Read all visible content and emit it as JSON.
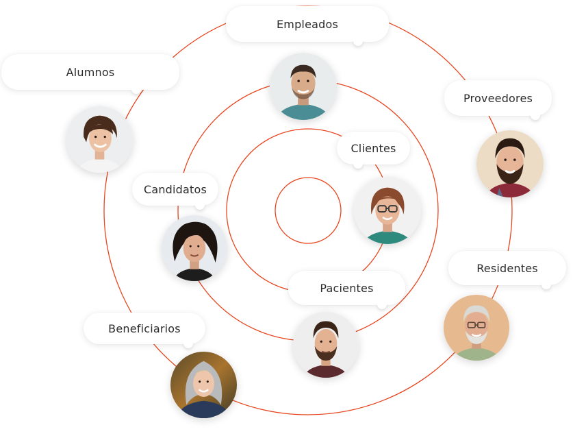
{
  "accent_color": "#e8441d",
  "groups": {
    "empleados": "Empleados",
    "alumnos": "Alumnos",
    "proveedores": "Proveedores",
    "clientes": "Clientes",
    "candidatos": "Candidatos",
    "residentes": "Residentes",
    "pacientes": "Pacientes",
    "beneficiarios": "Beneficiarios"
  },
  "rings": [
    "innermost-ring",
    "inner-ring",
    "middle-ring",
    "outer-ring"
  ]
}
